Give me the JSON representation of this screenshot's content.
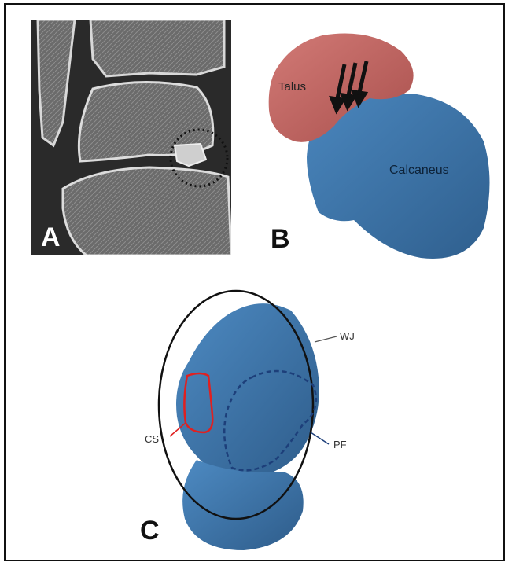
{
  "panels": {
    "a": {
      "letter": "A"
    },
    "b": {
      "letter": "B",
      "talus_label": "Talus",
      "calcaneus_label": "Calcaneus"
    },
    "c": {
      "letter": "C",
      "wj_label": "WJ",
      "cs_label": "CS",
      "pf_label": "PF"
    }
  },
  "colors": {
    "talus": "#c96a66",
    "calcaneus": "#3f78ad",
    "cs_outline": "#e02020",
    "pf_outline": "#1d3f7a",
    "ellipse": "#111111"
  }
}
